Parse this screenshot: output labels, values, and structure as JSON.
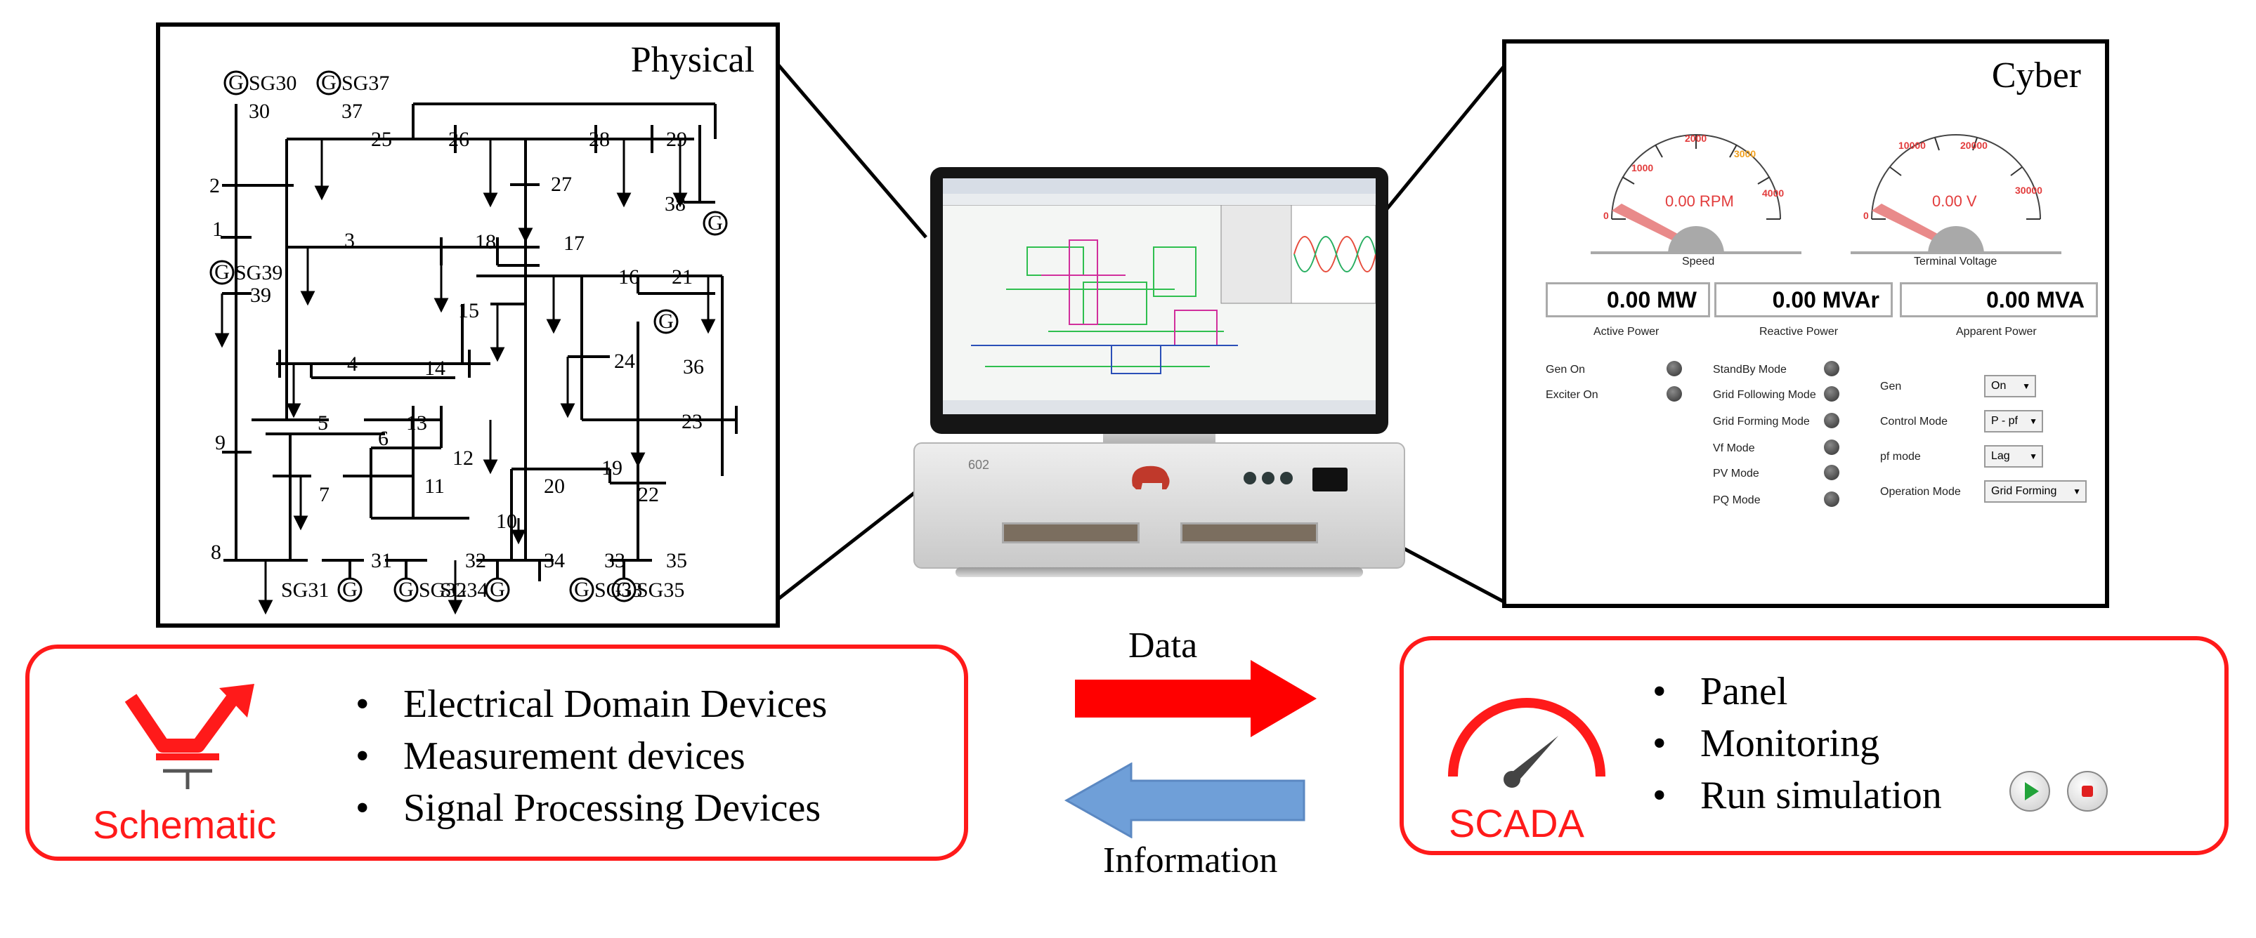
{
  "physical": {
    "title": "Physical",
    "gen_labels": [
      "SG30",
      "SG37",
      "SG39",
      "SG31",
      "SG32",
      "SG34",
      "SG33",
      "SG35"
    ],
    "bus_labels": [
      "30",
      "37",
      "25",
      "26",
      "28",
      "29",
      "2",
      "27",
      "38",
      "1",
      "3",
      "18",
      "17",
      "39",
      "16",
      "21",
      "15",
      "4",
      "14",
      "24",
      "36",
      "9",
      "5",
      "13",
      "23",
      "6",
      "12",
      "11",
      "19",
      "7",
      "22",
      "10",
      "20",
      "8",
      "31",
      "32",
      "34",
      "33",
      "35"
    ],
    "gen_symbol": "G"
  },
  "cyber": {
    "title": "Cyber",
    "speed_gauge": {
      "value": "0.00 RPM",
      "caption": "Speed",
      "ticks": [
        "0",
        "1000",
        "2000",
        "3000",
        "4000"
      ]
    },
    "voltage_gauge": {
      "value": "0.00 V",
      "caption": "Terminal Voltage",
      "ticks": [
        "0",
        "10000",
        "20000",
        "30000"
      ]
    },
    "meters": [
      {
        "value": "0.00 MW",
        "caption": "Active Power"
      },
      {
        "value": "0.00 MVAr",
        "caption": "Reactive Power"
      },
      {
        "value": "0.00 MVA",
        "caption": "Apparent Power"
      }
    ],
    "gen_leds": [
      "Gen On",
      "Exciter On"
    ],
    "mode_leds": [
      "StandBy Mode",
      "Grid Following Mode",
      "Grid Forming Mode",
      "Vf Mode",
      "PV Mode",
      "PQ Mode"
    ],
    "controls": [
      {
        "label": "Gen",
        "value": "On"
      },
      {
        "label": "Control Mode",
        "value": "P - pf"
      },
      {
        "label": "pf mode",
        "value": "Lag"
      },
      {
        "label": "Operation Mode",
        "value": "Grid Forming"
      }
    ]
  },
  "hardware": {
    "model_label": "602"
  },
  "schematic": {
    "caption": "Schematic",
    "items": [
      "Electrical Domain Devices",
      "Measurement devices",
      "Signal Processing Devices"
    ]
  },
  "scada": {
    "caption": "SCADA",
    "items": [
      "Panel",
      "Monitoring",
      "Run simulation"
    ]
  },
  "arrows": {
    "data_label": "Data",
    "info_label": "Information"
  },
  "colors": {
    "accent_red": "#ff1a1a",
    "data_arrow": "#ff0000",
    "info_arrow": "#6f9fd8",
    "wire_green": "#2fbf4f"
  }
}
